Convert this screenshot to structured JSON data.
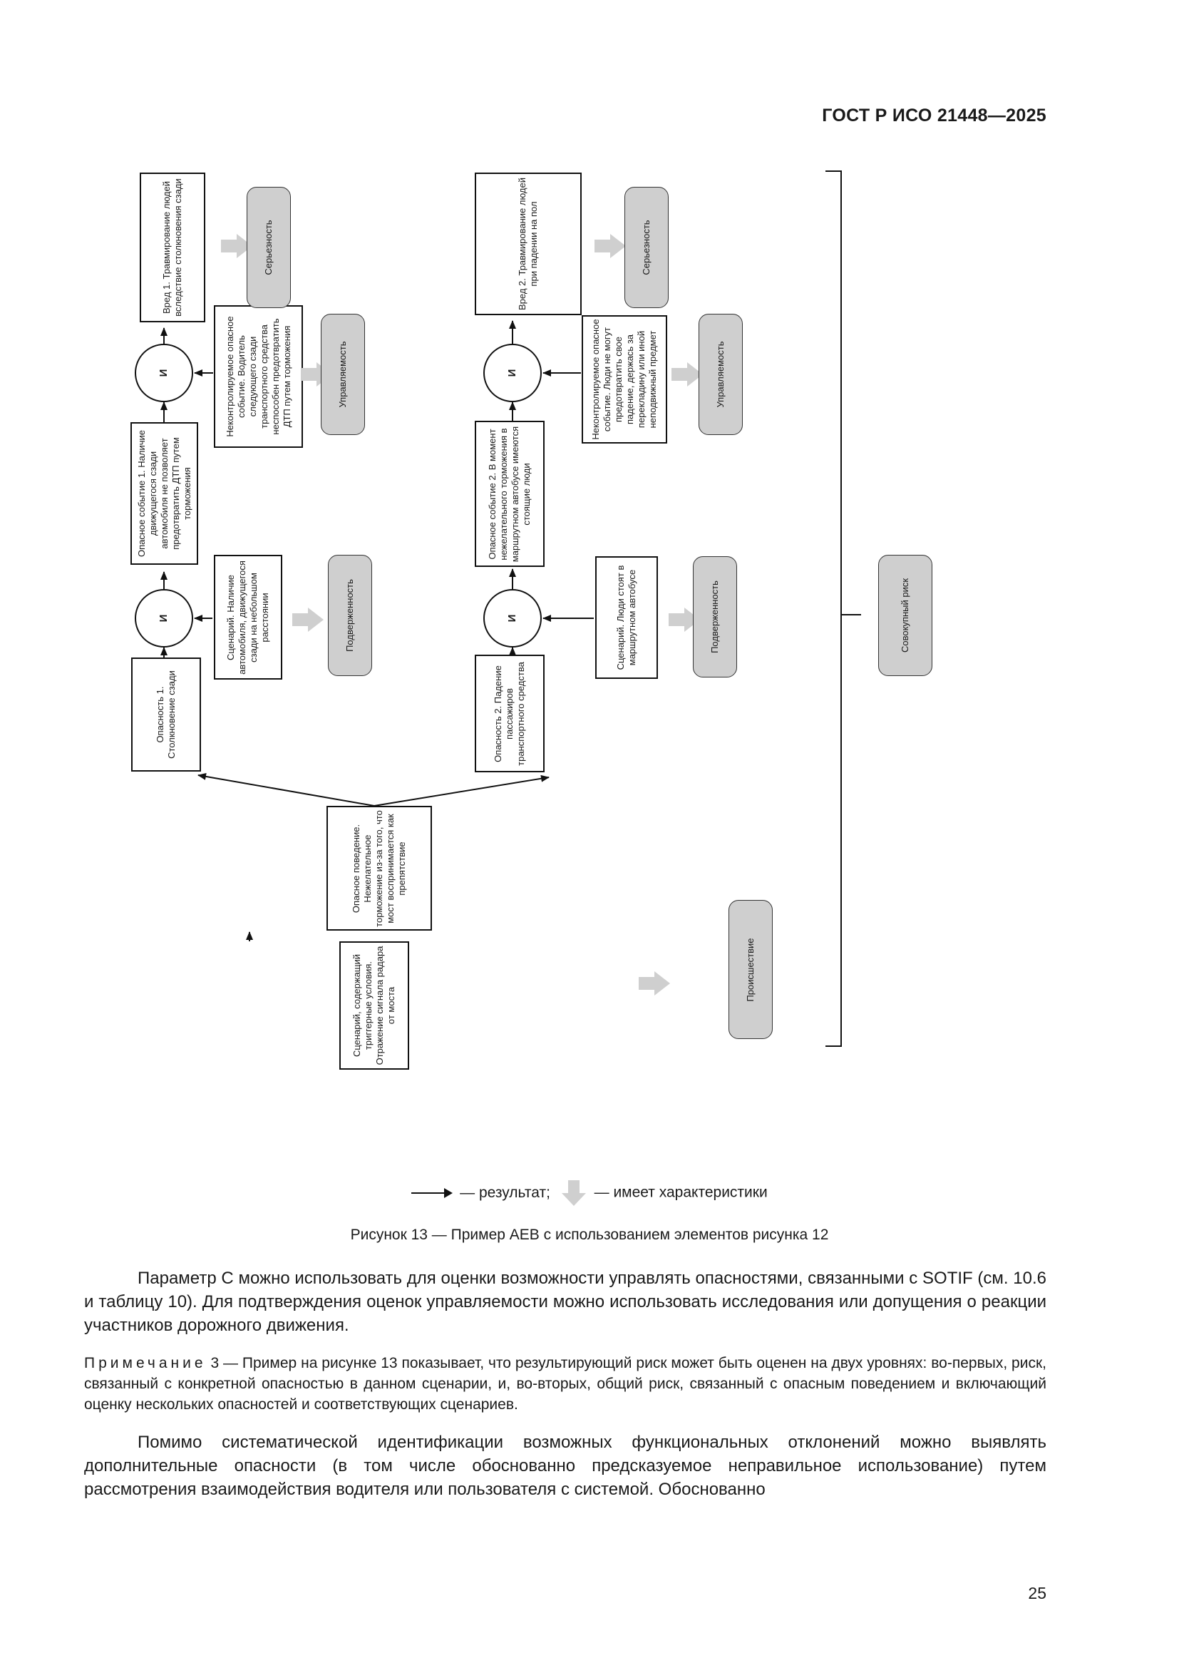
{
  "header": {
    "standard": "ГОСТ Р ИСО 21448—2025"
  },
  "diagram": {
    "trigger": "Сценарий, содержащий триггерные условия. Отражение сигнала радара от моста",
    "behavior": "Опасное поведение. Нежелательное торможение из-за того, что мост воспринимается как препятствие",
    "hazard1": "Опасность 1. Столкновение сзади",
    "hazard2": "Опасность 2. Падение пассажиров транспортного средства",
    "and": "И",
    "scenario1": "Сценарий. Наличие автомобиля, движущегося сзади на небольшом расстоянии",
    "scenario2": "Сценарий. Люди стоят в маршрутном автобусе",
    "event1": "Опасное событие 1. Наличие движущегося сзади автомобиля не позволяет предотвратить ДТП путем торможения",
    "event2": "Опасное событие 2. В момент нежелательного торможения в маршрутном автобусе имеются стоящие люди",
    "uncontrol1": "Неконтролируемое опасное событие. Водитель следующего сзади транспортного средства неспособен предотвратить ДТП путем торможения",
    "uncontrol2": "Неконтролируемое опасное событие. Люди не могут предотвратить свое падение, держась за перекладину или иной неподвижный предмет",
    "harm1": "Вред 1. Травмирование людей вследствие столкновения сзади",
    "harm2": "Вред 2. Травмирование людей при падении на пол",
    "exposure": "Подверженность",
    "controllability": "Управляемость",
    "severity": "Серьезность",
    "occurrence": "Происшествие",
    "overall_risk": "Совокупный риск"
  },
  "legend": {
    "result": "— результат;",
    "has_characteristics": "— имеет характеристики"
  },
  "caption": "Рисунок 13 — Пример АЕВ с использованием элементов рисунка 12",
  "paragraph1": "Параметр C можно использовать для оценки возможности управлять опасностями, связанными с SOTIF (см. 10.6 и таблицу 10). Для подтверждения оценок управляемости можно использовать исследования или допущения о реакции участников дорожного движения.",
  "note": {
    "label": "Примечание",
    "text": " 3 — Пример на рисунке 13 показывает, что результирующий риск может быть оценен на двух уровнях: во-первых, риск, связанный с конкретной опасностью в данном сценарии, и, во-вторых, общий риск, связанный с опасным поведением и включающий оценку нескольких опасностей и соответствующих сценариев."
  },
  "paragraph2": "Помимо систематической идентификации возможных функциональных отклонений можно выявлять дополнительные опасности (в том числе обоснованно предсказуемое неправильное использование) путем рассмотрения взаимодействия водителя или пользователя с системой. Обоснованно",
  "page_number": "25"
}
